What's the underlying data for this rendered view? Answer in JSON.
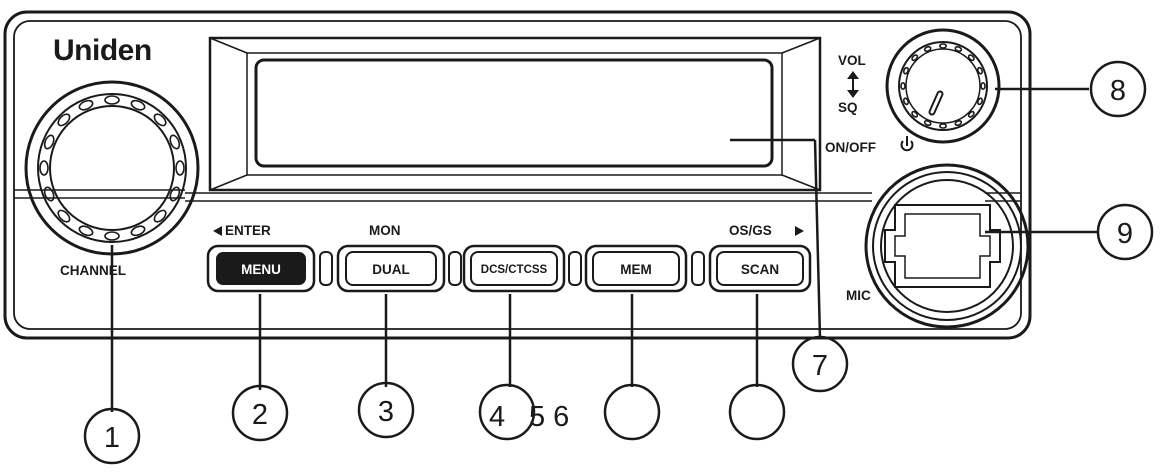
{
  "brand": "Uniden",
  "knob_labels": {
    "channel": "CHANNEL",
    "vol": "VOL",
    "sq": "SQ",
    "on_off": "ON/OFF",
    "mic": "MIC"
  },
  "secondary_labels": {
    "enter": "ENTER",
    "mon": "MON",
    "os_gs": "OS/GS"
  },
  "buttons": [
    {
      "label": "MENU"
    },
    {
      "label": "DUAL"
    },
    {
      "label": "DCS/CTCSS"
    },
    {
      "label": "MEM"
    },
    {
      "label": "SCAN"
    }
  ],
  "callouts": [
    "1",
    "2",
    "3",
    "4",
    "",
    "",
    "7",
    "8",
    "9"
  ],
  "loose_numbers": "5 6",
  "colors": {
    "ink": "#1a1a1a",
    "background": "#ffffff"
  }
}
